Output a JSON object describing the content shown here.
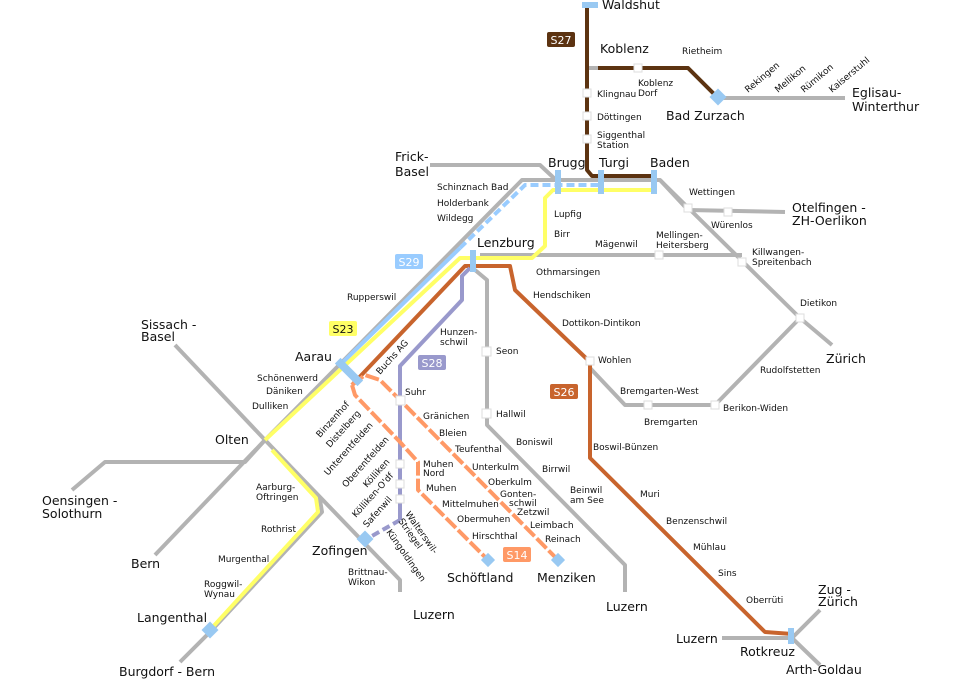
{
  "colors": {
    "gray": "#b3b3b3",
    "S27": "#5c3311",
    "S23": "#ffff66",
    "S29": "#99ccff",
    "S28": "#9999cc",
    "S26": "#c8642d",
    "S14": "#ff9966"
  },
  "lines": {
    "S27": "S27",
    "S23": "S23",
    "S29": "S29",
    "S28": "S28",
    "S26": "S26",
    "S14": "S14"
  },
  "major": {
    "waldshut": "Waldshut",
    "koblenz": "Koblenz",
    "bad_zurzach": "Bad Zurzach",
    "eglisau1": "Eglisau-",
    "eglisau2": "Winterthur",
    "frick1": "Frick-",
    "frick2": "Basel",
    "brugg": "Brugg",
    "turgi": "Turgi",
    "baden": "Baden",
    "otelfingen1": "Otelfingen -",
    "otelfingen2": "ZH-Oerlikon",
    "lenzburg": "Lenzburg",
    "aarau": "Aarau",
    "sissach1": "Sissach -",
    "sissach2": "Basel",
    "olten": "Olten",
    "oensingen1": "Oensingen -",
    "oensingen2": "Solothurn",
    "bern": "Bern",
    "zofingen": "Zofingen",
    "langenthal": "Langenthal",
    "burgdorf": "Burgdorf - Bern",
    "luzern1": "Luzern",
    "schoeftland": "Schöftland",
    "menziken": "Menziken",
    "luzern2": "Luzern",
    "zuerich": "Zürich",
    "luzern3": "Luzern",
    "rotkreuz": "Rotkreuz",
    "zug1": "Zug -",
    "zug2": "Zürich",
    "arth": "Arth-Goldau"
  },
  "stations": {
    "rietheim": "Rietheim",
    "rekingen": "Rekingen",
    "mellikon": "Mellikon",
    "ruemikon": "Rümikon",
    "kaiserstuhl": "Kaiserstuhl",
    "klingnau": "Klingnau",
    "koblenz_dorf1": "Koblenz",
    "koblenz_dorf2": "Dorf",
    "doettingen": "Döttingen",
    "siggenthal1": "Siggenthal",
    "siggenthal2": "Station",
    "schinznach": "Schinznach Bad",
    "holderbank": "Holderbank",
    "wildegg": "Wildegg",
    "lupfig": "Lupfig",
    "birr": "Birr",
    "wettingen": "Wettingen",
    "wuerenlos": "Würenlos",
    "maegenwil": "Mägenwil",
    "mellingen1": "Mellingen-",
    "mellingen2": "Heitersberg",
    "killwangen1": "Killwangen-",
    "killwangen2": "Spreitenbach",
    "othmarsingen": "Othmarsingen",
    "hendschiken": "Hendschiken",
    "dottikon": "Dottikon-Dintikon",
    "dietikon": "Dietikon",
    "rupperswil": "Rupperswil",
    "hunzenschwil1": "Hunzen-",
    "hunzenschwil2": "schwil",
    "seon": "Seon",
    "buchs": "Buchs AG",
    "wohlen": "Wohlen",
    "rudolfstetten": "Rudolfstetten",
    "schoenenwerd": "Schönenwerd",
    "daeniken": "Däniken",
    "dulliken": "Dulliken",
    "suhr": "Suhr",
    "hallwil": "Hallwil",
    "bremgarten_west": "Bremgarten-West",
    "bremgarten": "Bremgarten",
    "berikon": "Berikon-Widen",
    "binzenhof": "Binzenhof",
    "distelberg": "Distelberg",
    "unterentfelden": "Unterentfelden",
    "oberentfelden": "Oberentfelden",
    "koelliken": "Kölliken",
    "koelliken_odf": "Kölliken-O'df",
    "safenwil": "Safenwil",
    "walterswil1": "Walterswil-",
    "walterswil2": "Striegel",
    "kuengoldingen": "Küngoldingen",
    "graenichen": "Gränichen",
    "bleien": "Bleien",
    "teufenthal": "Teufenthal",
    "boniswil": "Boniswil",
    "unterkulm": "Unterkulm",
    "birrwil": "Birrwil",
    "boswil": "Boswil-Bünzen",
    "muhen_nord1": "Muhen",
    "muhen_nord2": "Nord",
    "muhen": "Muhen",
    "oberkulm": "Oberkulm",
    "gontenschwil1": "Gonten-",
    "gontenschwil2": "schwil",
    "beinwil1": "Beinwil",
    "beinwil2": "am See",
    "mittelmuhen": "Mittelmuhen",
    "zetzwil": "Zetzwil",
    "obermuhen": "Obermuhen",
    "leimbach": "Leimbach",
    "hirschthal": "Hirschthal",
    "reinach": "Reinach",
    "muri": "Muri",
    "benzenschwil": "Benzenschwil",
    "muehlau": "Mühlau",
    "sins": "Sins",
    "oberrueti": "Oberrüti",
    "aarburg1": "Aarburg-",
    "aarburg2": "Oftringen",
    "rothrist": "Rothrist",
    "murgenthal": "Murgenthal",
    "roggwil1": "Roggwil-",
    "roggwil2": "Wynau",
    "brittnau1": "Brittnau-",
    "brittnau2": "Wikon"
  }
}
